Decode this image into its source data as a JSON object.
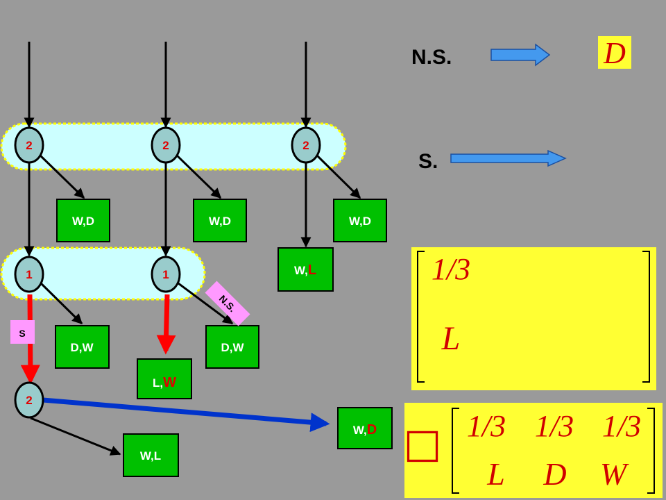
{
  "diagram": {
    "level1_nodes": [
      "2",
      "2",
      "2"
    ],
    "level2_nodes": [
      "1",
      "1"
    ],
    "level3_node": "2",
    "level1_boxes": [
      "W,D",
      "W,D",
      "W,D"
    ],
    "box_wl_first": "W,",
    "box_wl_second": "L",
    "level2_boxes": [
      "D,W",
      "D,W"
    ],
    "box_lw_first": "L,",
    "box_lw_second": "W",
    "box_wd_first": "W,",
    "box_wd_second": "D",
    "box_bottom_wl": "W,L",
    "tag_s": "S",
    "tag_ns": "N.S."
  },
  "legend": {
    "ns_label": "N.S.",
    "ns_result": "D",
    "s_label": "S."
  },
  "matrix_small": {
    "top": "1/3",
    "bottom": "L"
  },
  "matrix_large": {
    "prefix_glyph": "□",
    "top": [
      "1/3",
      "1/3",
      "1/3"
    ],
    "bottom": [
      "L",
      "D",
      "W"
    ]
  },
  "colors": {
    "background": "#9a9a9a",
    "box_green": "#00c000",
    "panel_yellow": "#ffff33",
    "group_fill": "#ccffff",
    "group_border": "#ffff00",
    "node_fill": "#99cccc",
    "arrow_red": "#ff0000",
    "arrow_blue": "#0033cc",
    "legend_arrow": "#4499ee",
    "tag_pink": "#ff99ff"
  }
}
